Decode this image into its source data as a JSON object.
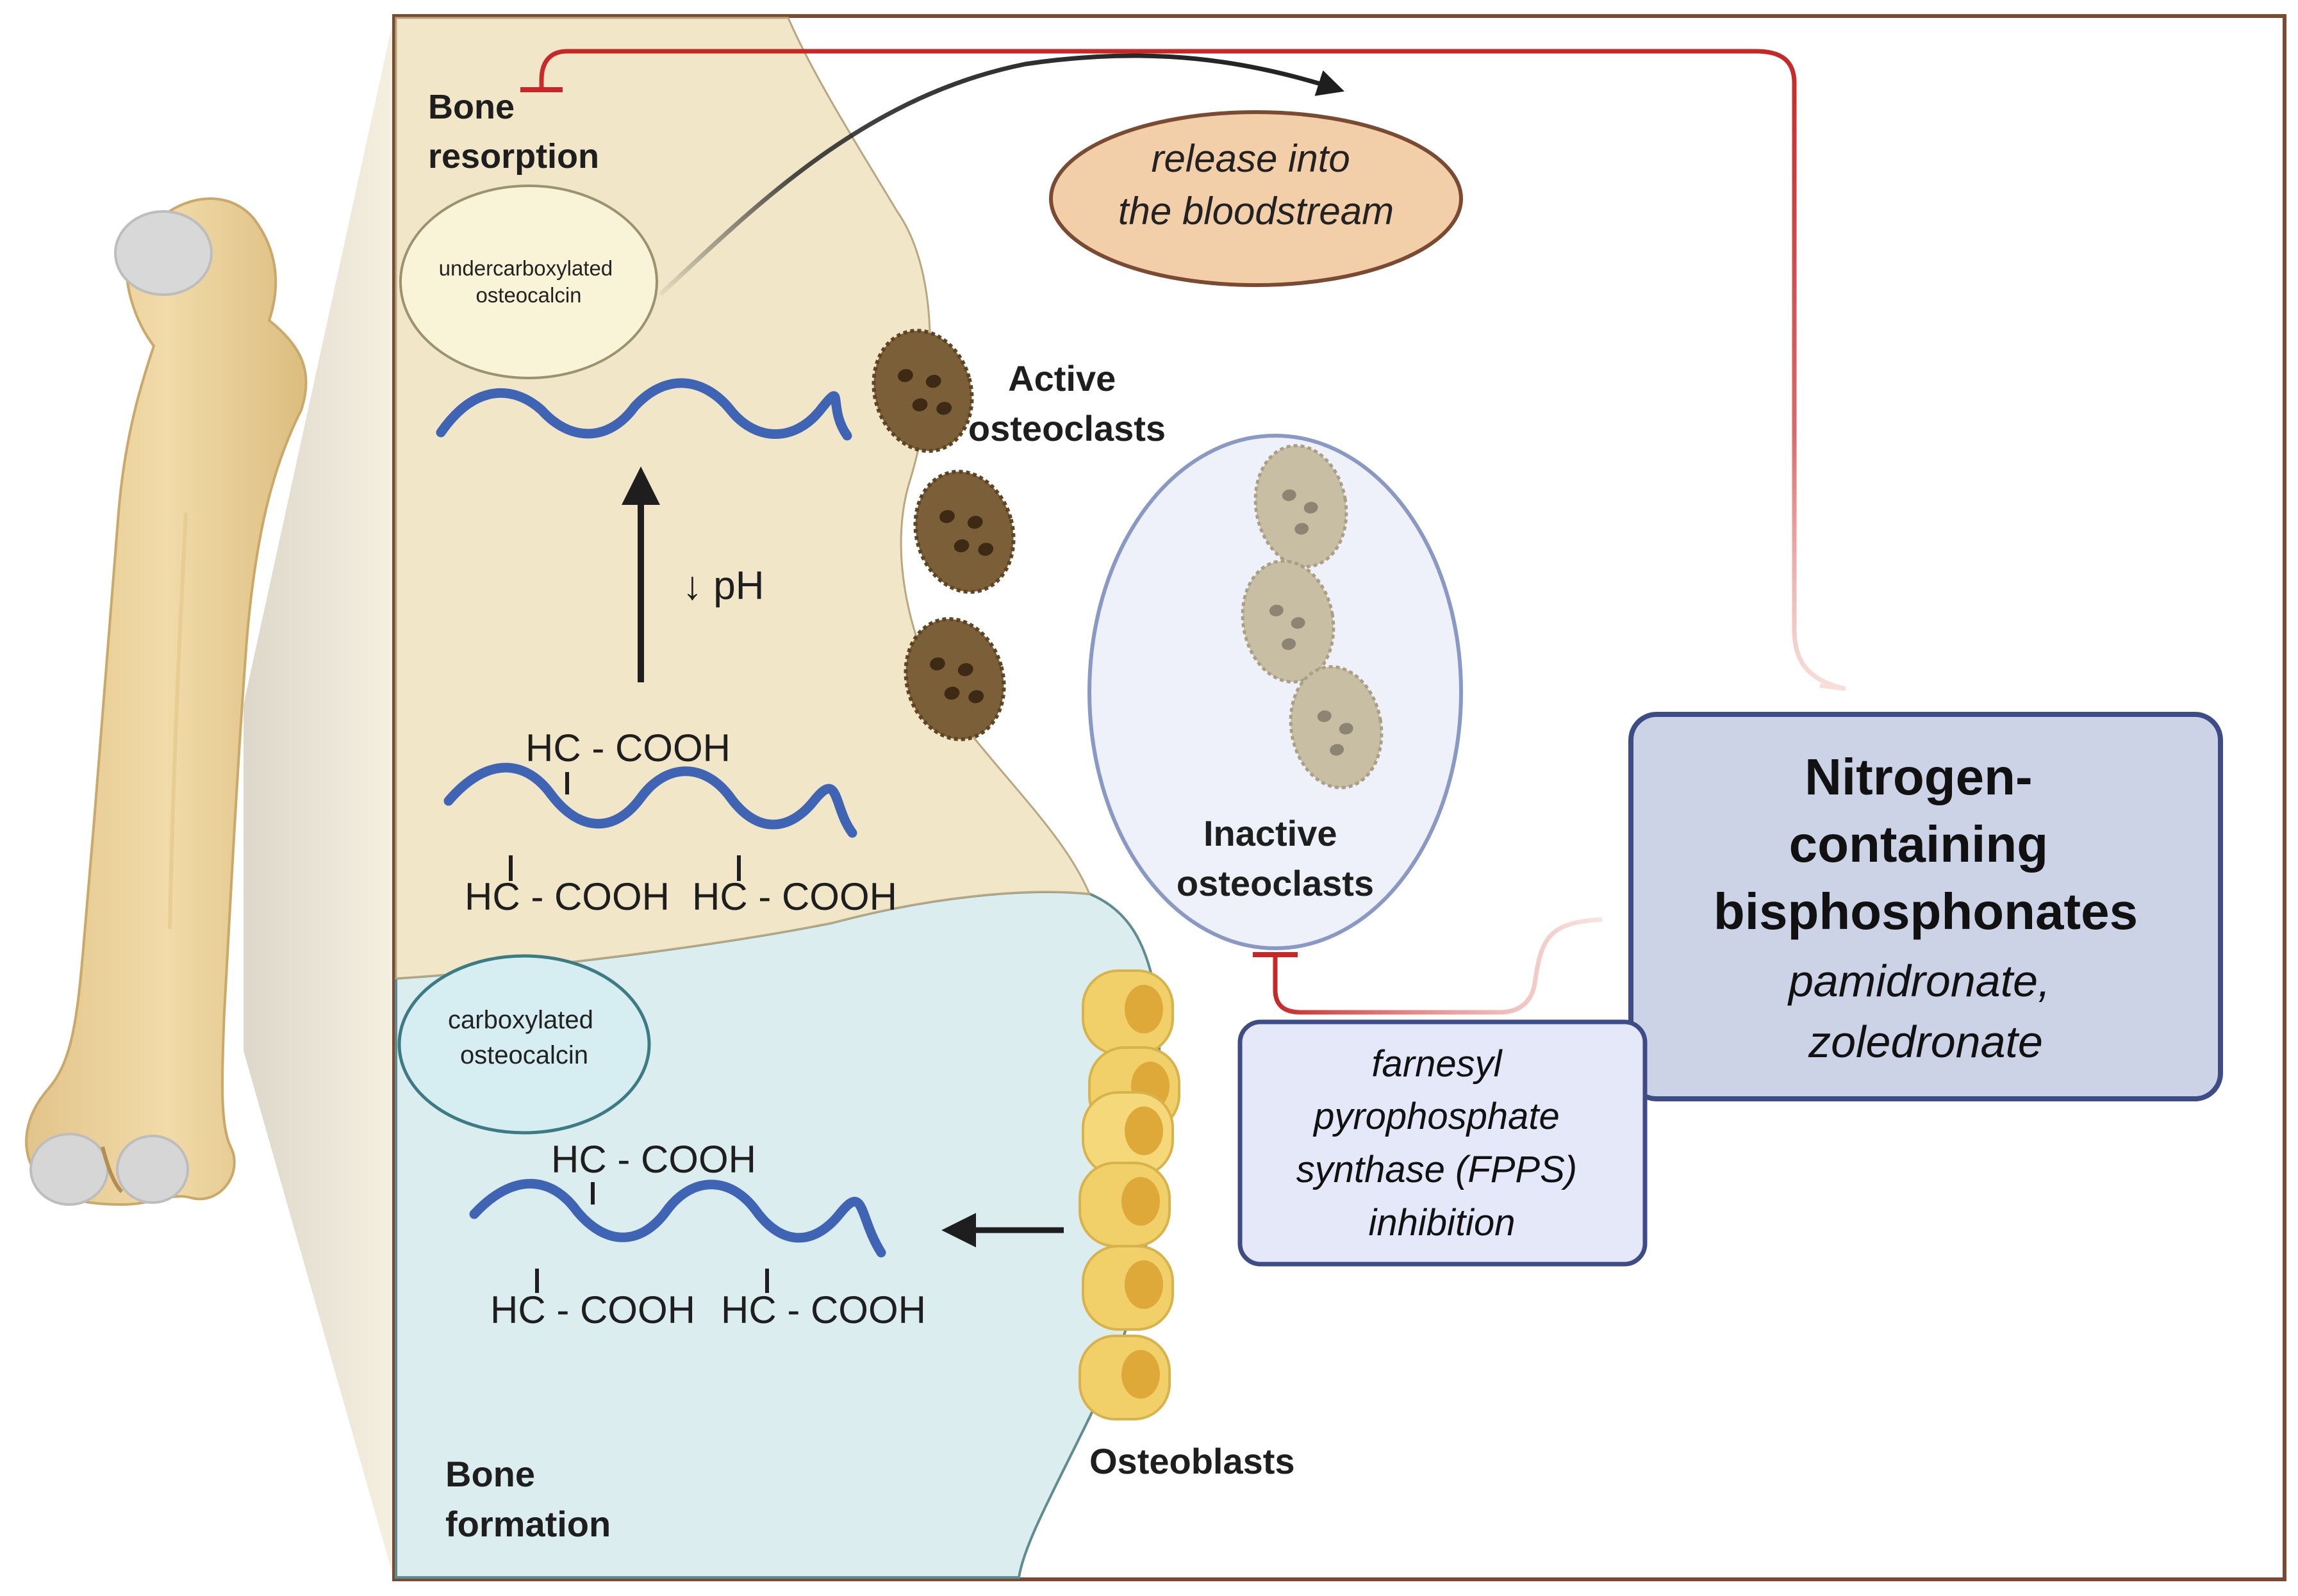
{
  "labels": {
    "bone_resorption": [
      "Bone",
      "resorption"
    ],
    "bone_formation": [
      "Bone",
      "formation"
    ],
    "undercarboxylated": [
      "undercarboxylated",
      "osteocalcin"
    ],
    "carboxylated": [
      "carboxylated",
      "osteocalcin"
    ],
    "release": [
      "release into",
      "the bloodstream"
    ],
    "active_osteoclasts": [
      "Active",
      "osteoclasts"
    ],
    "inactive_osteoclasts": [
      "Inactive",
      "osteoclasts"
    ],
    "osteoblasts": "Osteoblasts",
    "ph": "↓ pH",
    "chem_group": "HC - COOH",
    "fpps": [
      "farnesyl",
      "pyrophosphate",
      "synthase (FPPS)",
      "inhibition"
    ],
    "drug_title": [
      "Nitrogen-",
      "containing",
      "bisphosphonates"
    ],
    "drug_examples": [
      "pamidronate,",
      "zoledronate"
    ]
  },
  "colors": {
    "frame": "#7b4a33",
    "bone_tissue": "#f1e6c8",
    "formation_zone": "#dcedf0",
    "chain": "#3f64b4",
    "inhibition": "#c62828",
    "active_osteoclast": "#7a5f38",
    "inactive_osteoclast": "#c8bea4",
    "osteoblast": "#f1d06a",
    "bloodstream_fill": "#f2cfa8",
    "drug_box": "#cdd3e6",
    "fpps_box": "#e4e8f8",
    "box_border": "#3d4c86"
  }
}
